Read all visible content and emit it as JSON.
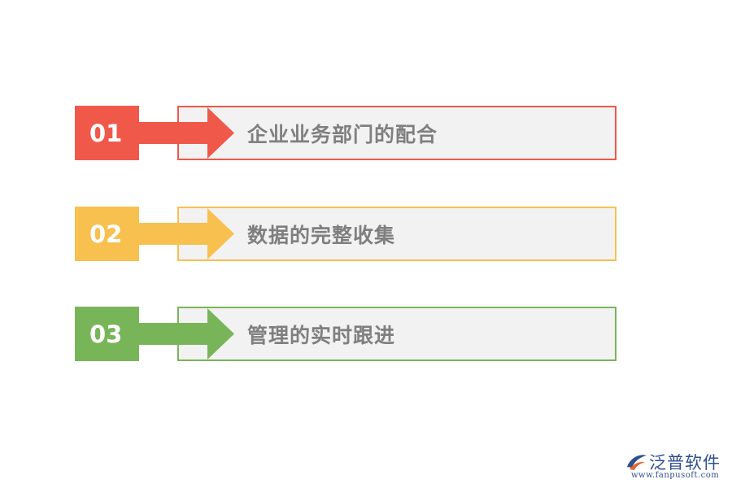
{
  "items": [
    {
      "number": "01",
      "text": "企业业务部门的配合",
      "color": "#f0584a"
    },
    {
      "number": "02",
      "text": "数据的完整收集",
      "color": "#f8c04f"
    },
    {
      "number": "03",
      "text": "管理的实时跟进",
      "color": "#78b559"
    }
  ],
  "logo": {
    "name": "泛普软件",
    "url": "www.fanpusoft.com",
    "brand_color": "#2f4f8f",
    "accent_color": "#e8632e",
    "icon": "fanpu-logo-icon"
  }
}
